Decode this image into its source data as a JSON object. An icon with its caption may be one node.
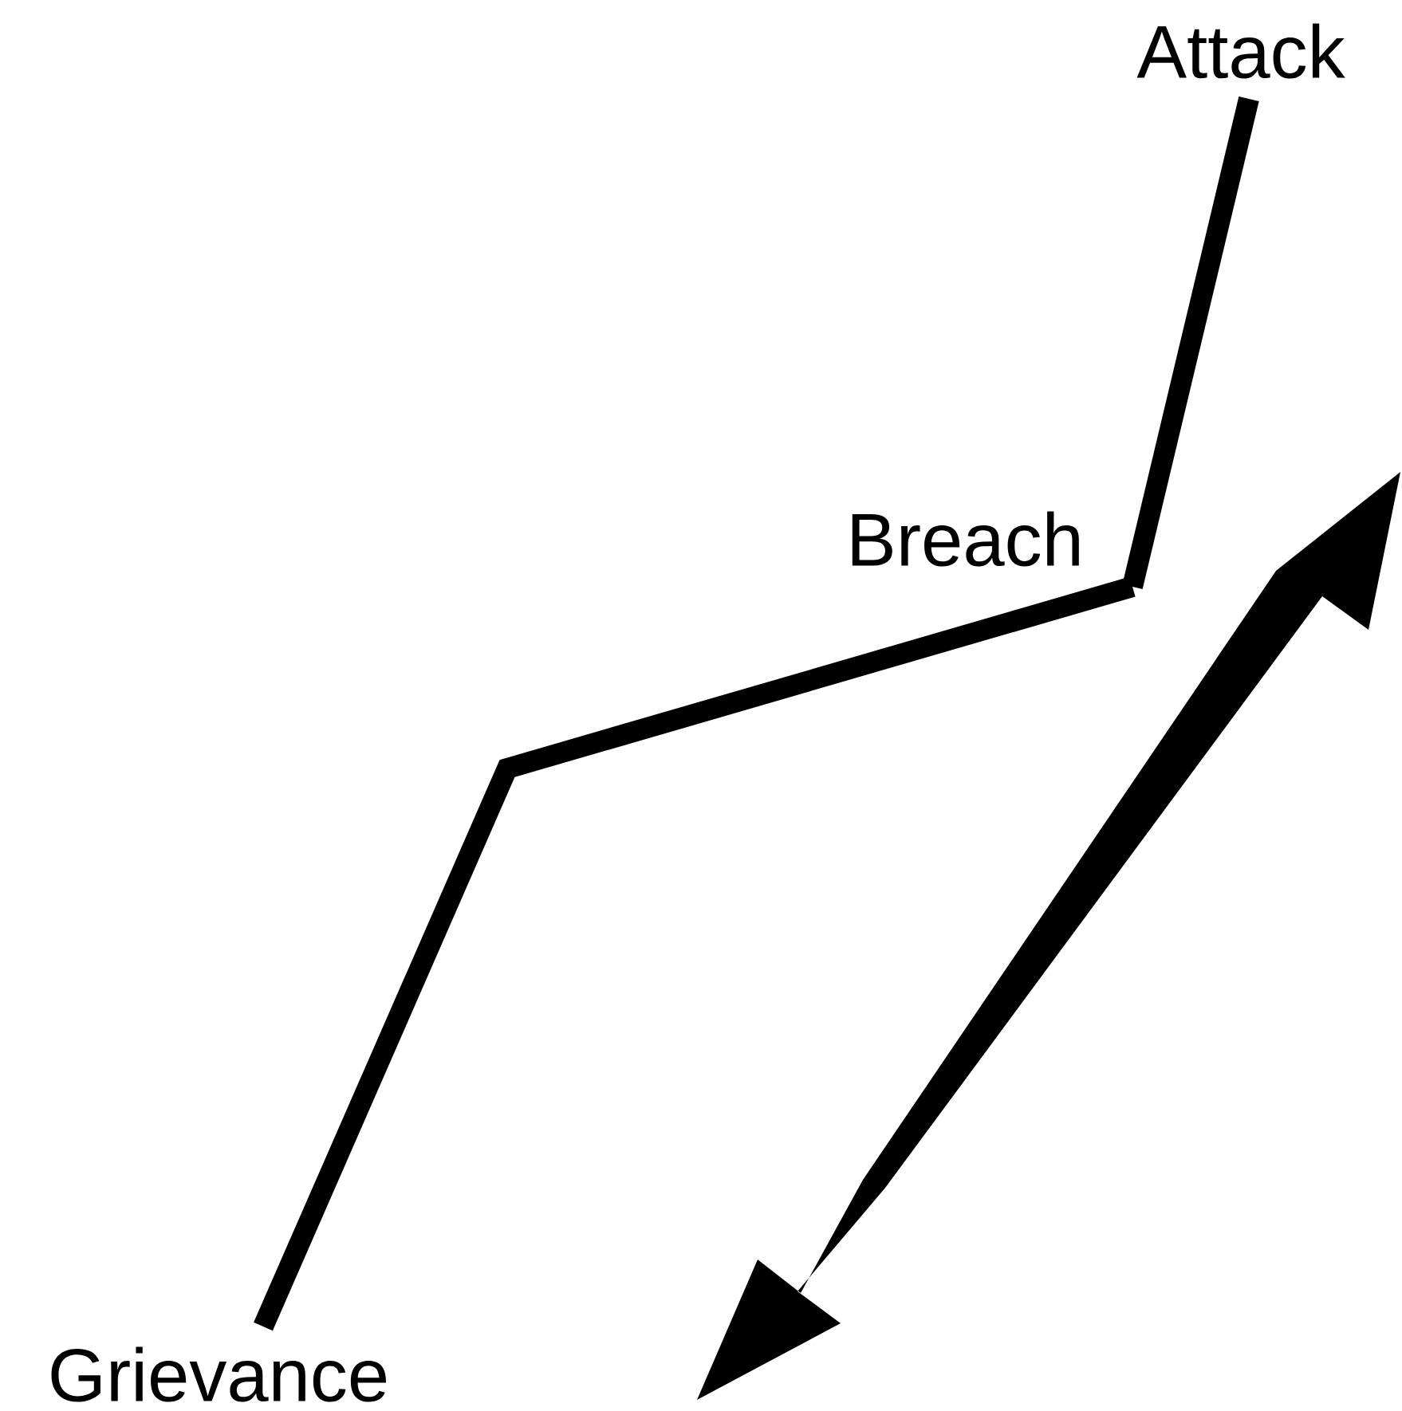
{
  "diagram": {
    "nodes": [
      {
        "text": [
          "Grievance"
        ]
      },
      {
        "text": [
          "Breach"
        ]
      },
      {
        "text": [
          "Attack"
        ]
      }
    ],
    "edges": [
      {
        "from": 0,
        "to": 1,
        "arrow": "none"
      },
      {
        "from": 1,
        "to": 2,
        "arrow": "none"
      }
    ]
  }
}
